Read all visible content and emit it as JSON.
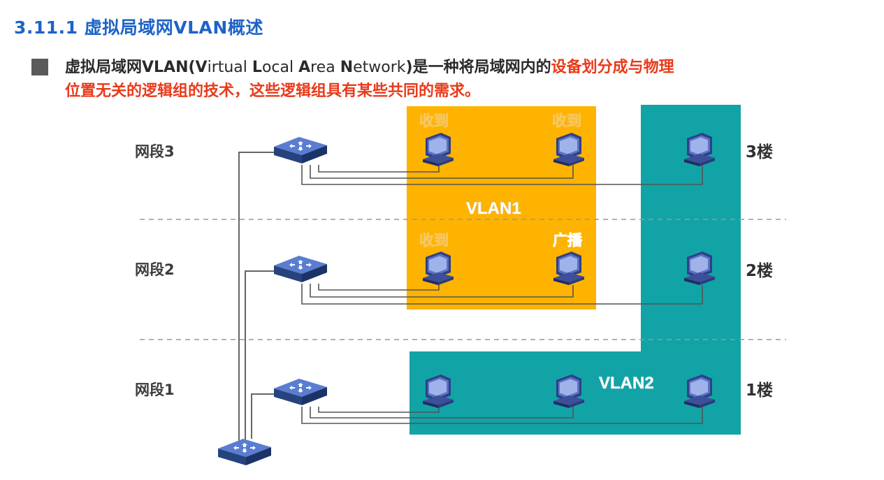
{
  "title": "3.11.1 虚拟局域网VLAN概述",
  "description": {
    "part1": "虚拟局域网VLAN(",
    "V": "V",
    "irtual": "irtual ",
    "L": "L",
    "ocal": "ocal ",
    "A": "A",
    "rea": "rea ",
    "N": "N",
    "etwork": "etwork",
    "part2": ")是一种将局域网内的",
    "highlight1": "设备划分成与物理",
    "highlight2": "位置无关的逻辑组的技术，这些逻辑组具有某些共同的需求。"
  },
  "segments": {
    "seg3": "网段3",
    "seg2": "网段2",
    "seg1": "网段1"
  },
  "floors": {
    "f3": "3楼",
    "f2": "2楼",
    "f1": "1楼"
  },
  "vlans": {
    "vlan1": "VLAN1",
    "vlan2": "VLAN2"
  },
  "tags": {
    "recv_3a": "收到",
    "recv_3b": "收到",
    "recv_2a": "收到",
    "bcast_2b": "广播"
  },
  "switch_label": "SWITCH",
  "colors": {
    "title": "#1d63c8",
    "highlight": "#e83a1a",
    "vlan1_bg": "#fdb300",
    "vlan2_bg": "#12a3a6",
    "switch": "#2c4f9a",
    "pc": "#34478f",
    "broadcast_tag": "#ff5b86"
  }
}
